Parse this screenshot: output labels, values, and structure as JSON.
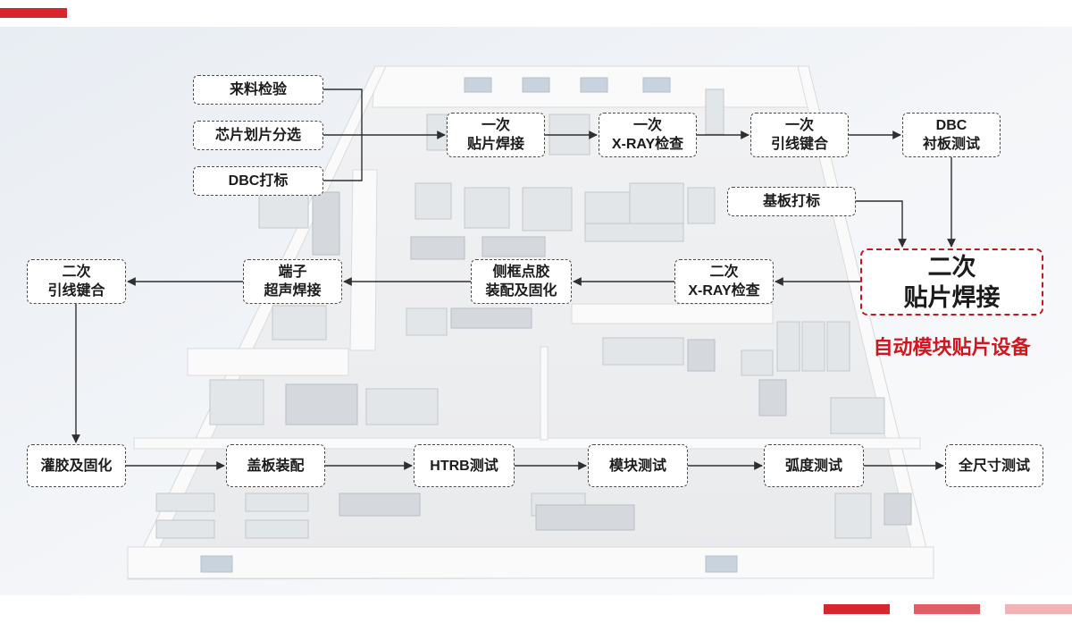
{
  "colors": {
    "accent": "#d9252d",
    "accent_mid": "#e35d64",
    "accent_light": "#f2b3b6",
    "highlight_text": "#d2161e",
    "highlight_border": "#c8161e"
  },
  "steps": {
    "incoming_inspection": "来料检验",
    "chip_dicing_sorting": "芯片划片分选",
    "dbc_marking": "DBC打标",
    "first_die_attach": [
      "一次",
      "贴片焊接"
    ],
    "first_xray": [
      "一次",
      "X-RAY检查"
    ],
    "first_wire_bonding": [
      "一次",
      "引线键合"
    ],
    "dbc_substrate_test": [
      "DBC",
      "衬板测试"
    ],
    "substrate_marking": "基板打标",
    "second_die_attach": [
      "二次",
      "贴片焊接"
    ],
    "second_xray": [
      "二次",
      "X-RAY检查"
    ],
    "frame_dispensing": [
      "侧框点胶",
      "装配及固化"
    ],
    "terminal_welding": [
      "端子",
      "超声焊接"
    ],
    "second_wire_bonding": [
      "二次",
      "引线键合"
    ],
    "potting_curing": "灌胶及固化",
    "cover_assembly": "盖板装配",
    "htrb_test": "HTRB测试",
    "module_test": "模块测试",
    "arc_test": "弧度测试",
    "full_size_test": "全尺寸测试"
  },
  "highlight_label": "自动模块贴片设备"
}
